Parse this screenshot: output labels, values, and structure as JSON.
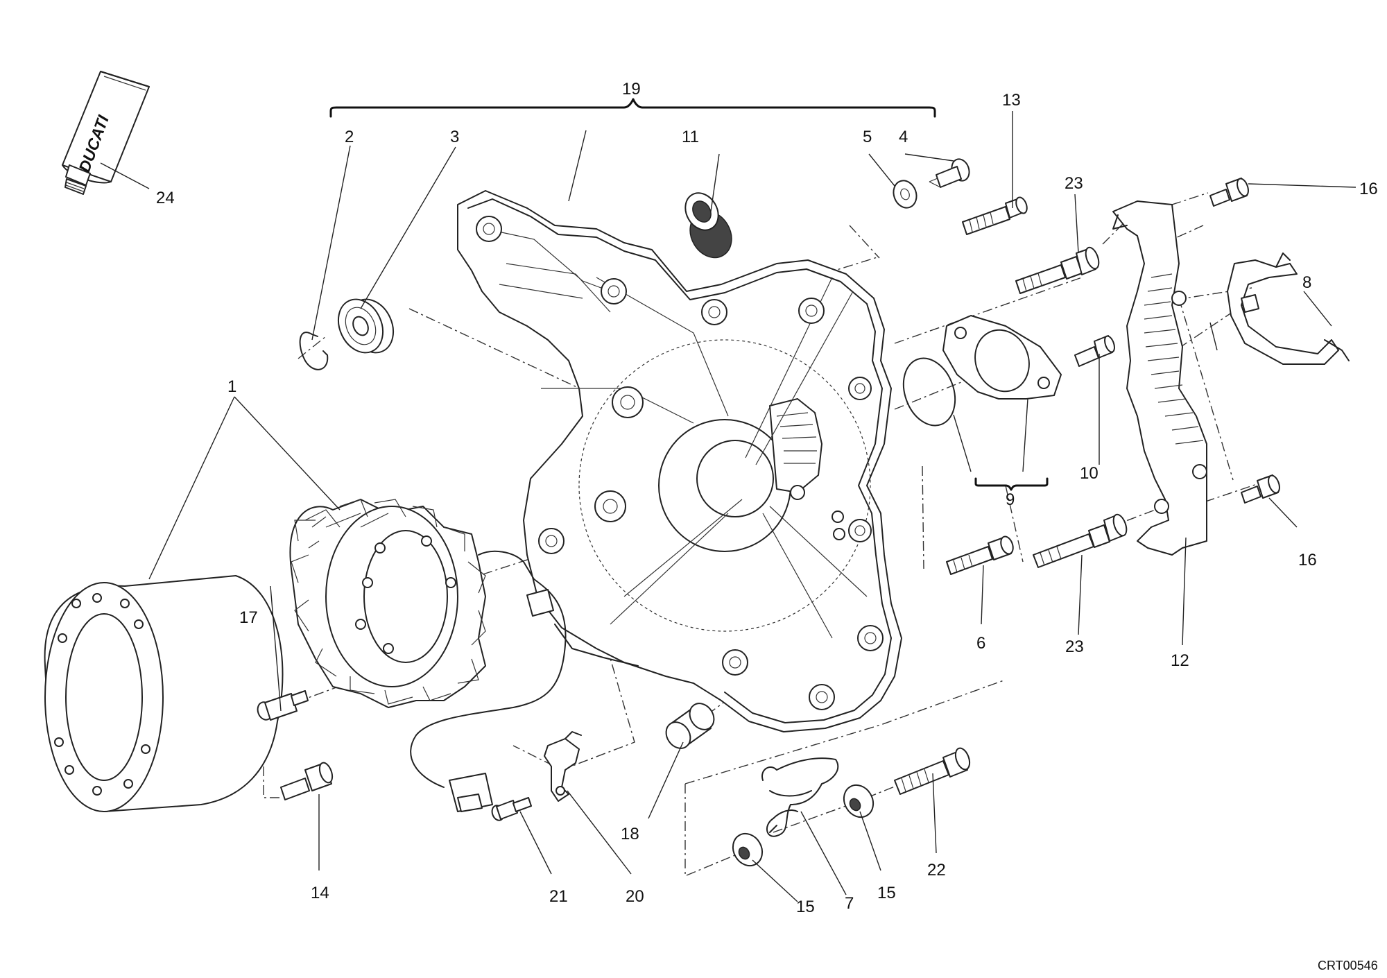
{
  "diagram": {
    "drawing_code": "CRT00546",
    "tube_brand": "DUCATI",
    "callouts": [
      "1",
      "2",
      "3",
      "4",
      "5",
      "6",
      "7",
      "8",
      "9",
      "10",
      "11",
      "12",
      "13",
      "14",
      "15",
      "15",
      "16",
      "16",
      "17",
      "18",
      "19",
      "20",
      "21",
      "22",
      "23",
      "23",
      "24"
    ]
  }
}
